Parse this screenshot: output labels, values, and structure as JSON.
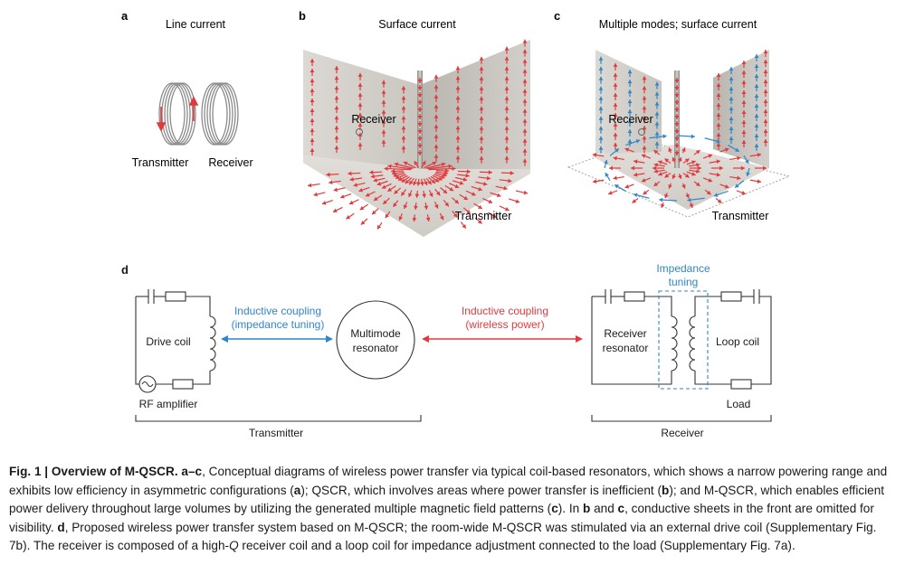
{
  "panels": {
    "a": {
      "letter": "a",
      "title": "Line current",
      "tx_label": "Transmitter",
      "rx_label": "Receiver"
    },
    "b": {
      "letter": "b",
      "title": "Surface current",
      "rx_label": "Receiver",
      "tx_label": "Transmitter"
    },
    "c": {
      "letter": "c",
      "title": "Multiple modes; surface current",
      "rx_label": "Receiver",
      "tx_label": "Transmitter"
    },
    "d": {
      "letter": "d",
      "drive_coil": "Drive coil",
      "rf_amplifier": "RF amplifier",
      "coupling_left_1": "Inductive coupling",
      "coupling_left_2": "(impedance tuning)",
      "resonator_1": "Multimode",
      "resonator_2": "resonator",
      "coupling_right_1": "Inductive coupling",
      "coupling_right_2": "(wireless power)",
      "impedance_1": "Impedance",
      "impedance_2": "tuning",
      "receiver_res_1": "Receiver",
      "receiver_res_2": "resonator",
      "loop_coil": "Loop coil",
      "load": "Load",
      "transmitter_bracket": "Transmitter",
      "receiver_bracket": "Receiver"
    }
  },
  "colors": {
    "red": "#e03a3e",
    "blue": "#2f86c8",
    "wall": "#d9d6d1",
    "line": "#333333"
  },
  "caption": {
    "title": "Fig. 1 | Overview of M-QSCR.",
    "p1": " a–c",
    "p2": ", Conceptual diagrams of wireless power transfer via typical coil-based resonators, which shows a narrow powering range and exhibits low efficiency in asymmetric configurations (",
    "p3": "a",
    "p4": "); QSCR, which involves areas where power transfer is inefficient (",
    "p5": "b",
    "p6": "); and M-QSCR, which enables efficient power delivery throughout large volumes by utilizing the generated multiple magnetic field patterns (",
    "p7": "c",
    "p8": "). In ",
    "p9": "b",
    "p10": " and ",
    "p11": "c",
    "p12": ", conductive sheets in the front are omitted for visibility. ",
    "p13": "d",
    "p14": ", Proposed wireless power transfer system based on M-QSCR; the room-wide M-QSCR was stimulated via an external drive coil (Supplementary Fig. 7b). The receiver is composed of a high-",
    "p15": "Q",
    "p16": " receiver coil and a loop coil for impedance adjustment connected to the load (Supplementary Fig. 7a)."
  }
}
